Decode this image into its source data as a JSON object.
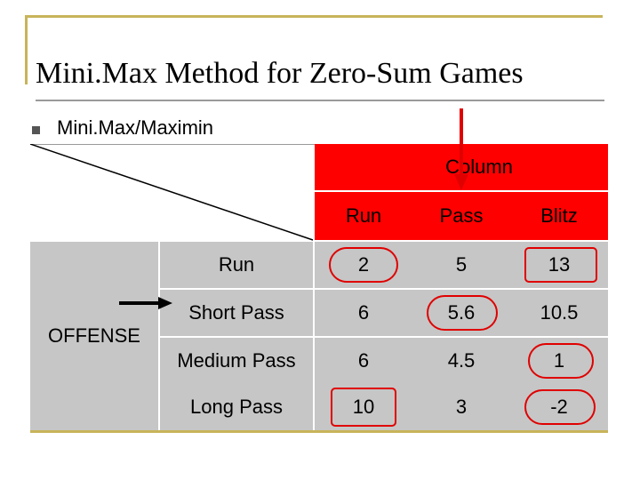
{
  "slide": {
    "title": "Mini.Max Method for Zero-Sum Games",
    "bullet": "Mini.Max/Maximin"
  },
  "table": {
    "column_header": "Column",
    "row_header": "OFFENSE",
    "columns": [
      "Run",
      "Pass",
      "Blitz"
    ],
    "rows": [
      {
        "label": "Run",
        "values": [
          "2",
          "5",
          "13"
        ]
      },
      {
        "label": "Short Pass",
        "values": [
          "6",
          "5.6",
          "10.5"
        ]
      },
      {
        "label": "Medium Pass",
        "values": [
          "6",
          "4.5",
          "1"
        ]
      },
      {
        "label": "Long Pass",
        "values": [
          "10",
          "3",
          "-2"
        ]
      }
    ]
  },
  "colors": {
    "header_red": "#ff0000",
    "label_grey": "#c6c6c6",
    "highlight_ring": "#e00000",
    "frame_gold": "#c8b45a"
  }
}
